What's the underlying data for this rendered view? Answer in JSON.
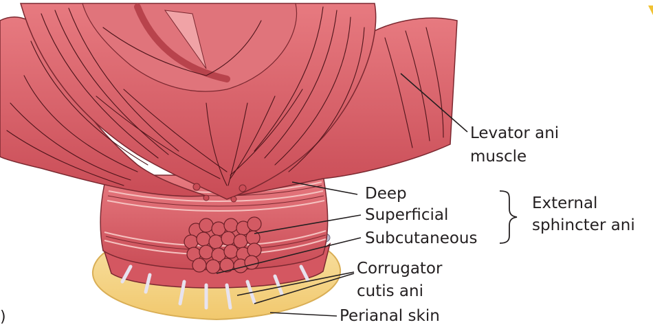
{
  "labels": {
    "levator_ani_line1": "Levator ani",
    "levator_ani_line2": "muscle",
    "deep": "Deep",
    "superficial": "Superficial",
    "subcutaneous": "Subcutaneous",
    "external_line1": "External",
    "external_line2": "sphincter ani",
    "corrugator_line1": "Corrugator",
    "corrugator_line2": "cutis ani",
    "perianal_skin": "Perianal skin"
  },
  "colors": {
    "muscle": "#d85f67",
    "muscle_dark": "#b8434c",
    "muscle_light": "#ef9a9a",
    "fiber_line": "#5a1a20",
    "skin": "#f6d68c",
    "skin_edge": "#e0b860",
    "nodule": "#b7b3c8",
    "leader": "#231f20"
  }
}
